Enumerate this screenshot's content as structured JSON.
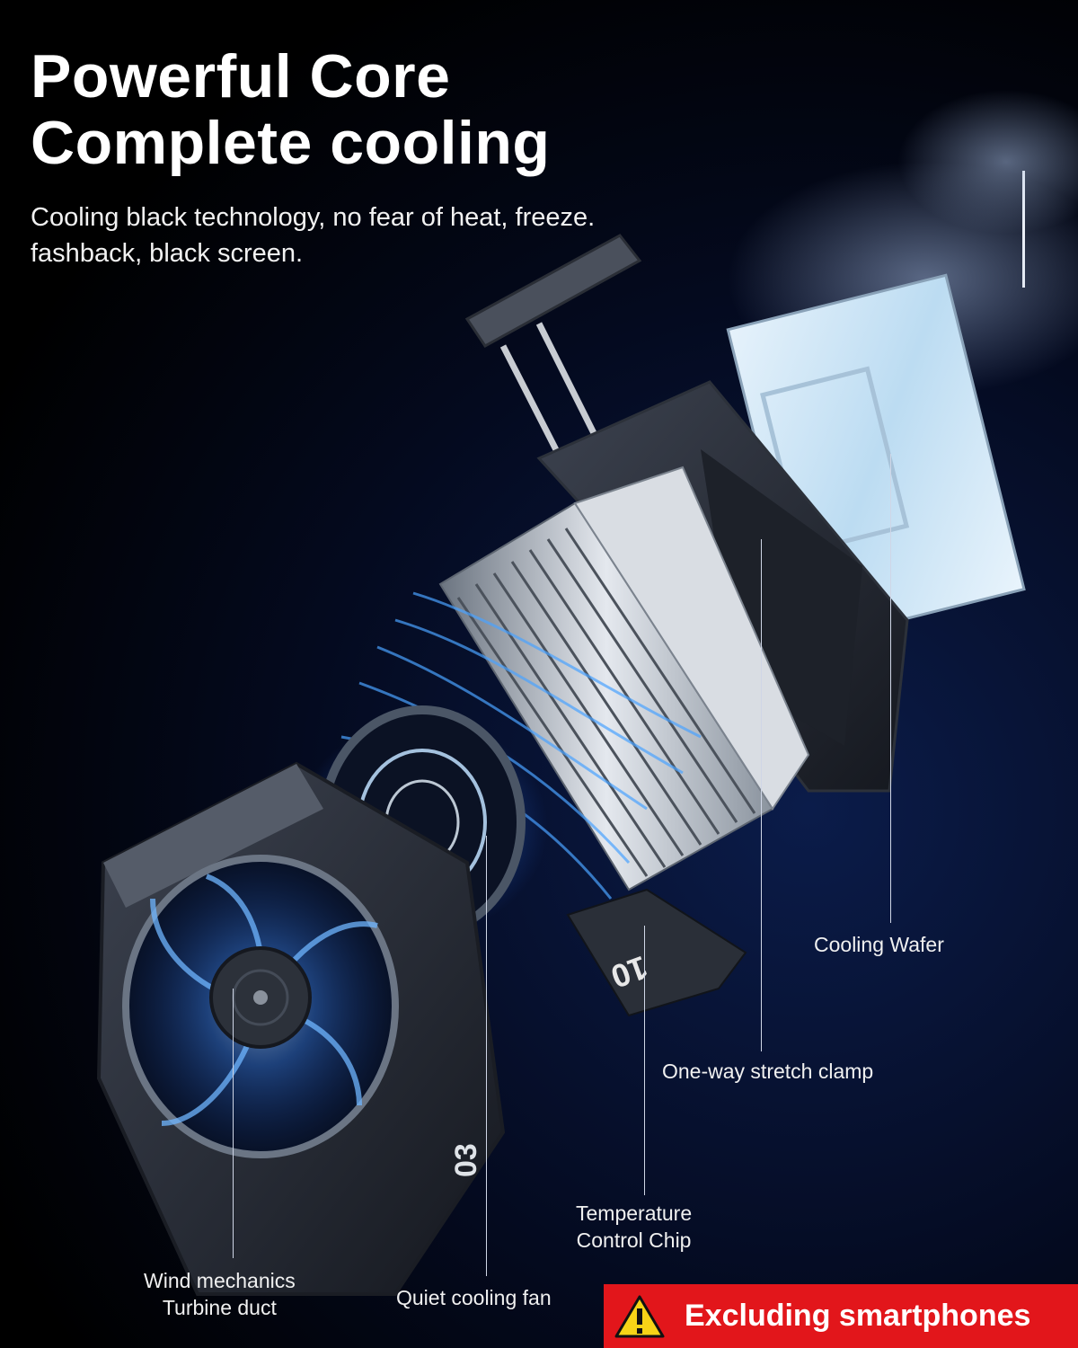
{
  "headline": {
    "line1": "Powerful Core",
    "line2": "Complete cooling",
    "subtitle_line1": "Cooling black technology, no fear of heat, freeze.",
    "subtitle_line2": "fashback, black screen."
  },
  "callouts": {
    "cooling_wafer": "Cooling Wafer",
    "stretch_clamp": "One-way stretch clamp",
    "temp_chip_line1": "Temperature",
    "temp_chip_line2": "Control Chip",
    "turbine_line1": "Wind mechanics",
    "turbine_line2": "Turbine duct",
    "fan": "Quiet cooling fan"
  },
  "device_markings": {
    "chip_digits": "10",
    "fan_digits": "03"
  },
  "notice": {
    "text": "Excluding smartphones",
    "icon": "warning-triangle-icon",
    "background": "#e2161b"
  }
}
